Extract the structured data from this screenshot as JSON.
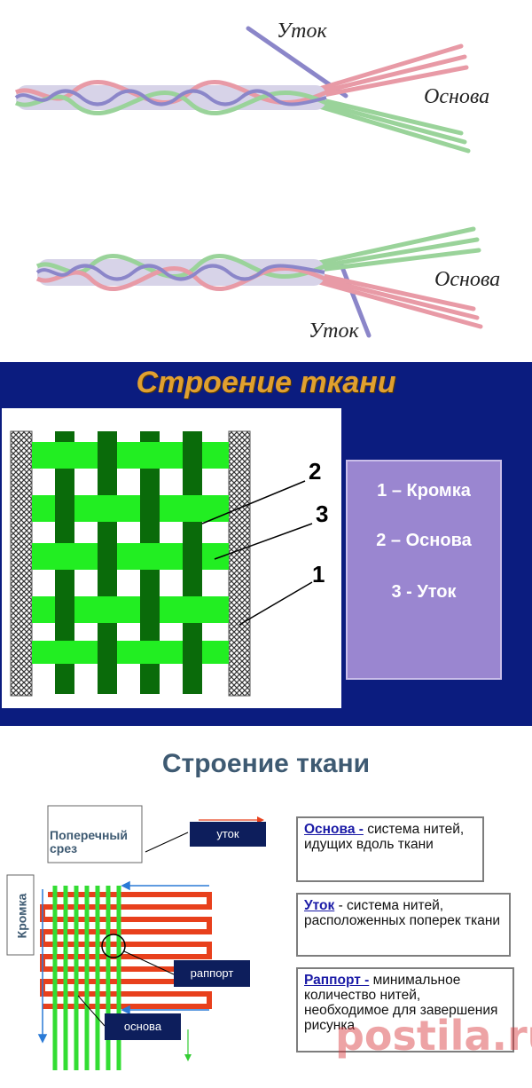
{
  "panel1": {
    "top": {
      "weft_label": "Уток",
      "warp_label": "Основа"
    },
    "bottom": {
      "weft_label": "Уток",
      "warp_label": "Основа"
    }
  },
  "panel2": {
    "title": "Строение ткани",
    "callouts": [
      "2",
      "3",
      "1"
    ],
    "legend": [
      "1 – Кромка",
      "2 – Основа",
      "3 - Уток"
    ]
  },
  "panel3": {
    "title": "Строение ткани",
    "labels": {
      "cross_section": "Поперечный срез",
      "weft": "уток",
      "edge": "Кромка",
      "repeat": "раппорт",
      "warp": "основа"
    },
    "definitions": [
      {
        "term": "Основа -",
        "text": " система нитей, идущих вдоль ткани"
      },
      {
        "term": "Уток",
        "text": " - система нитей, расположенных поперек ткани"
      },
      {
        "term": "Раппорт -",
        "text": " минимальное количество нитей, необходимое для завершения рисунка"
      }
    ]
  },
  "watermark": "postila.ru",
  "colors": {
    "panel2_bg": "#0b1c7f",
    "title_orange": "#e0a030",
    "legend_purple": "#9a86d0",
    "light_green": "#22ee22",
    "dark_green": "#0a6b0a",
    "red_weft": "#e8401c",
    "navy_label": "#0d1e5c"
  }
}
